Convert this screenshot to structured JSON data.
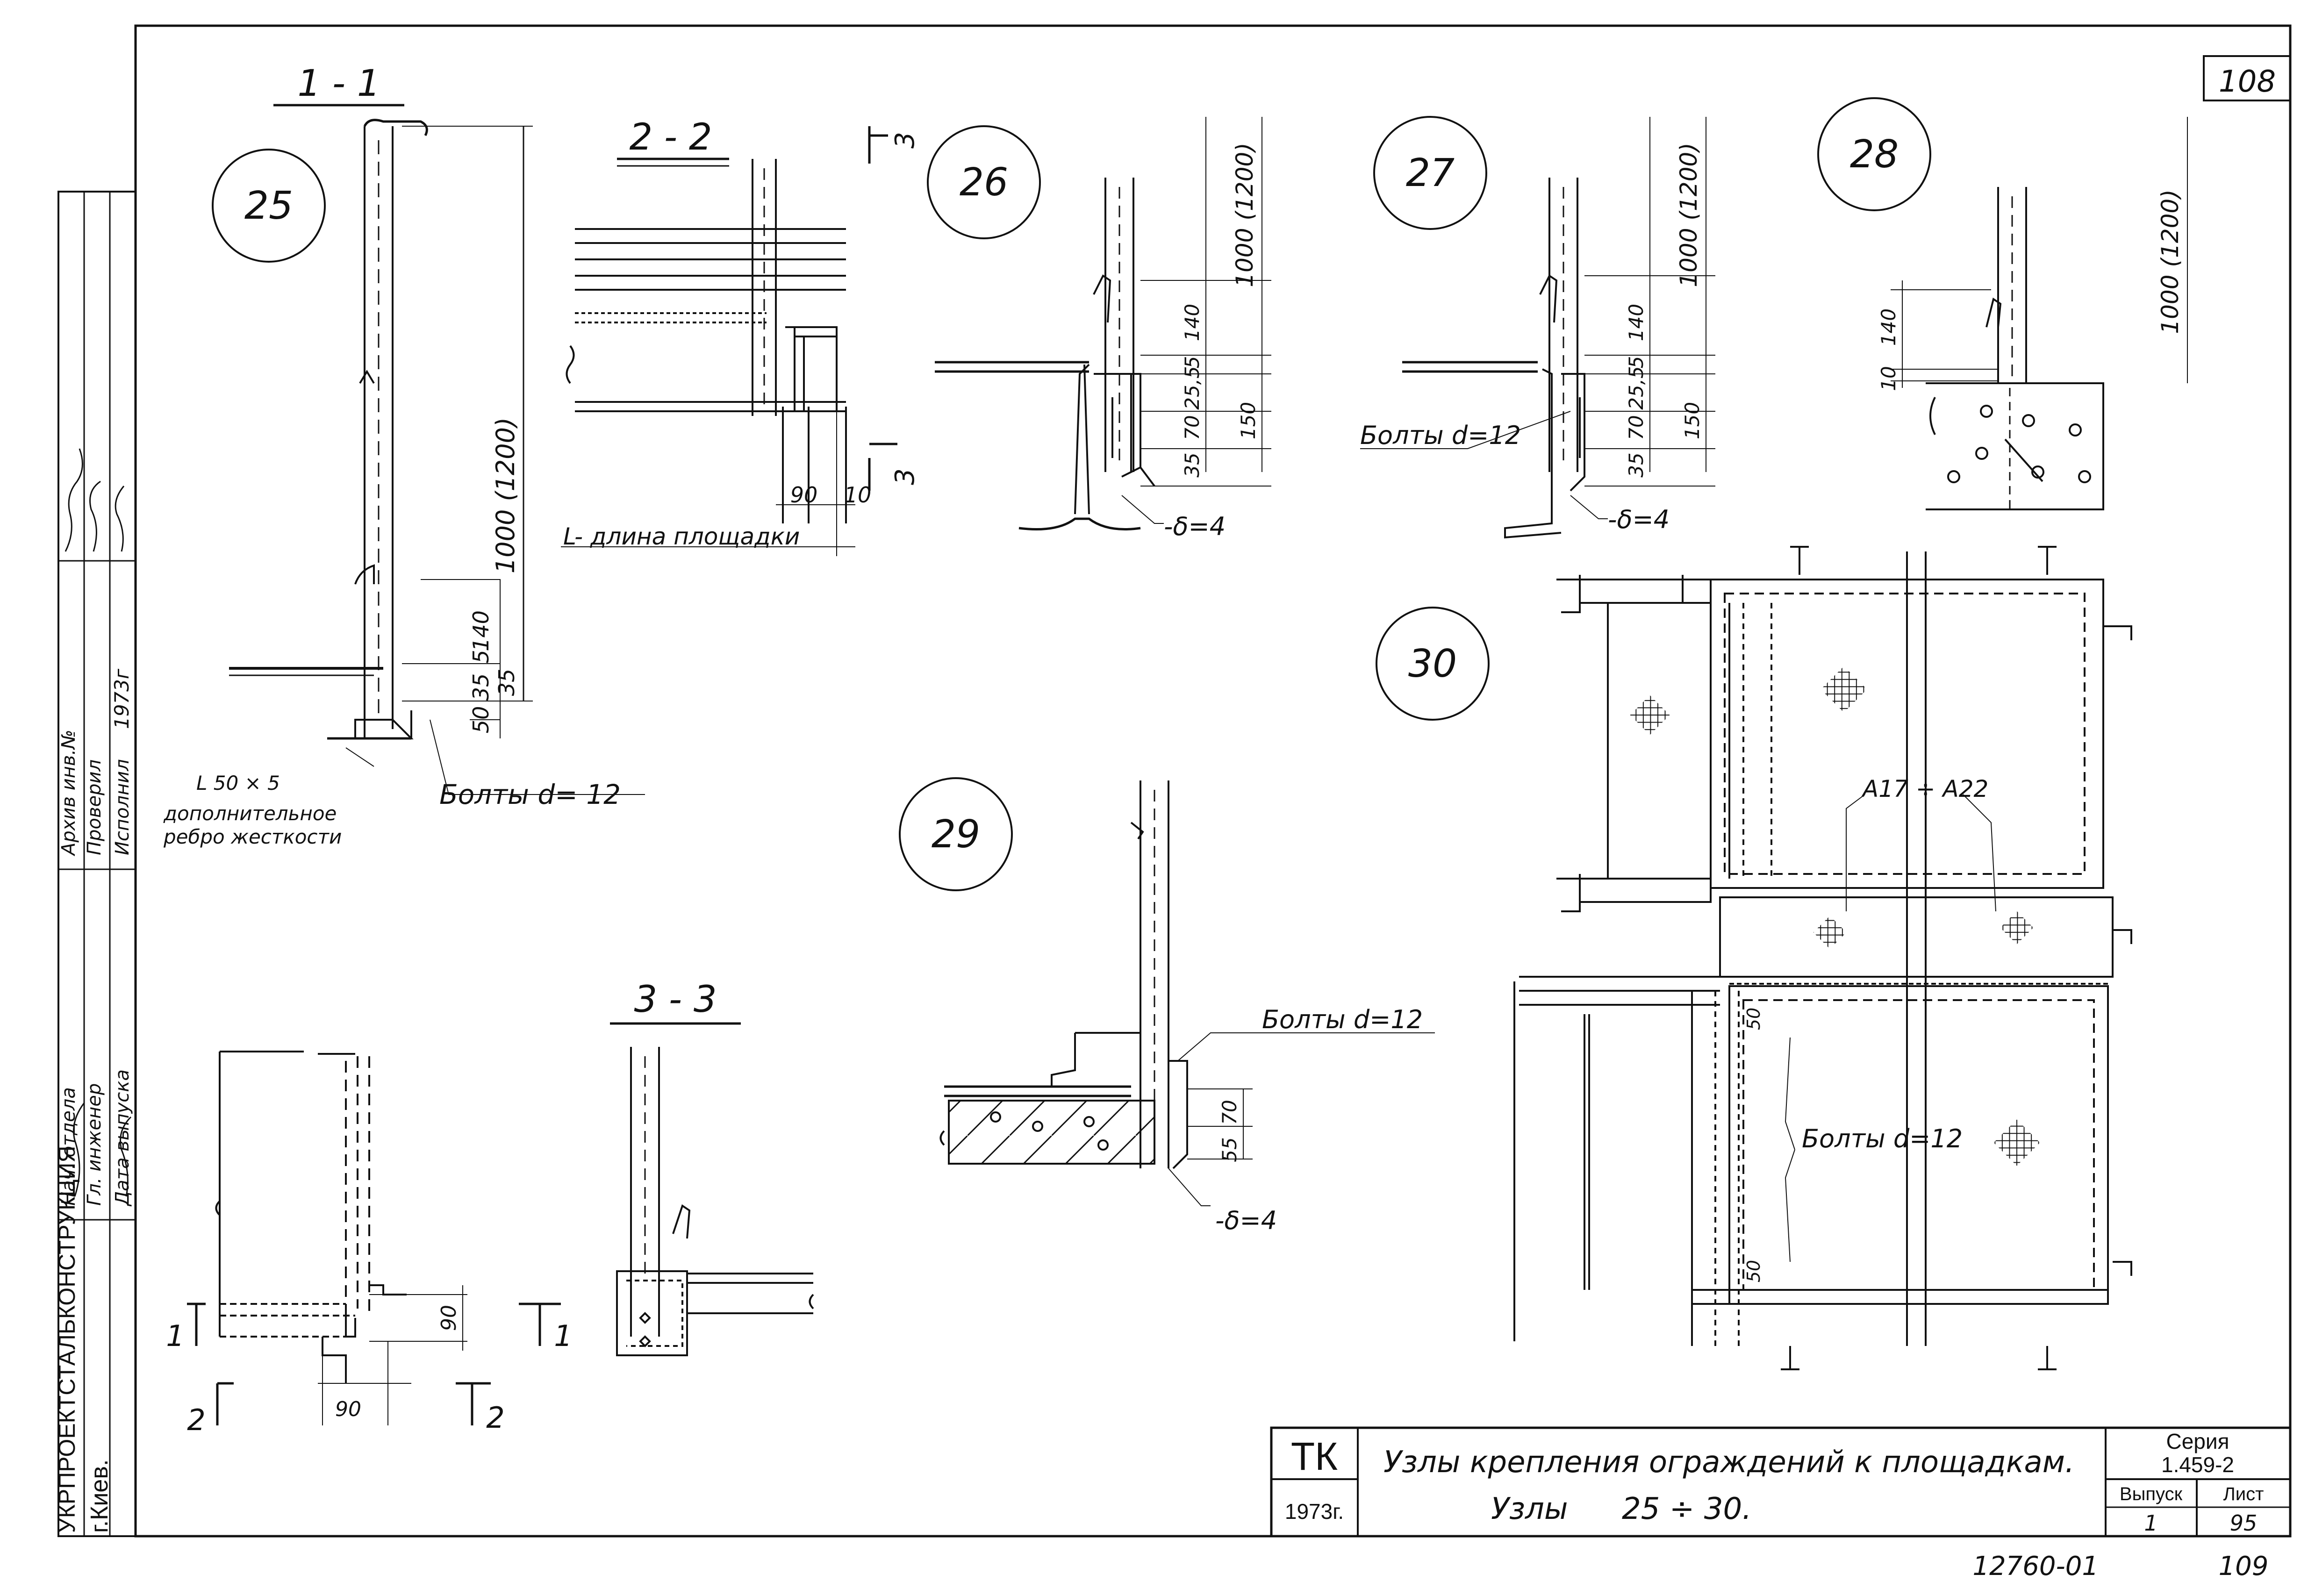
{
  "sheet": {
    "corner_number": "108",
    "bottom_code": "12760-01",
    "bottom_page": "109"
  },
  "side_stamp": {
    "org_name": "УКРПРОЕКТСТАЛЬКОНСТРУКЦИЯ",
    "city": "г.Киев.",
    "inv_label": "Архив инв.№",
    "reviewed_label": "Проверил",
    "executed_label": "Исполнил",
    "approved_label": "Гл. инженер",
    "dept_label": "Нач. отдела",
    "date_label": "Дата выпуска",
    "year": "1973г"
  },
  "title_block": {
    "tk": "ТК",
    "year": "1973г.",
    "title_line1": "Узлы крепления ограждений к площадкам.",
    "title_line2_prefix": "Узлы",
    "title_line2_range": "25 ÷ 30.",
    "series_label": "Серия",
    "series_value": "1.459-2",
    "issue_label": "Выпуск",
    "issue_value": "1",
    "sheet_label": "Лист",
    "sheet_value": "95"
  },
  "sections": {
    "s11": "1 - 1",
    "s22": "2 - 2",
    "s33": "3 - 3"
  },
  "nodes": [
    "25",
    "26",
    "27",
    "28",
    "29",
    "30"
  ],
  "cut_marks": {
    "m3": "3",
    "m1": "1",
    "m2": "2"
  },
  "annotations": {
    "height": "1000 (1200)",
    "bolts12_spaced": "Болты d= 12",
    "bolts12": "Болты d=12",
    "angle": "L 50 × 5",
    "rib_line1": "дополнительное",
    "rib_line2": "ребро жесткости",
    "platform_length": "L- длина площадки",
    "plate": "-δ=4",
    "refs": "А17 ÷ А22"
  },
  "dims": {
    "d5": "5",
    "d140": "140",
    "d35": "35",
    "d50": "50",
    "d25_5": "25,5",
    "d70": "70",
    "d150": "150",
    "d90": "90",
    "d10": "10",
    "d55": "55"
  }
}
